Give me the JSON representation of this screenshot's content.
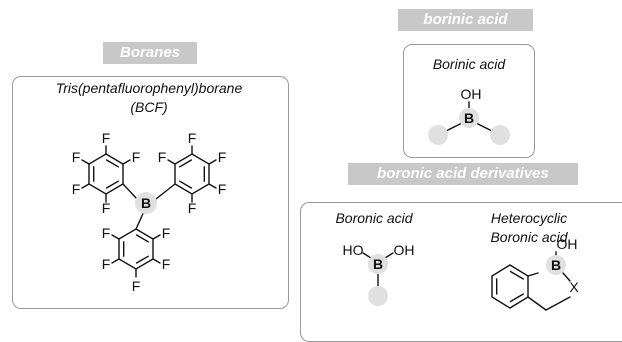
{
  "sections": {
    "boranes": {
      "header": "Boranes",
      "compound_line1": "Tris(pentafluorophenyl)borane",
      "compound_line2": "(BCF)"
    },
    "borinic": {
      "header": "borinic acid",
      "compound": "Borinic acid"
    },
    "boronic": {
      "header": "boronic acid derivatives",
      "compound1": "Boronic acid",
      "compound2_line1": "Heterocyclic",
      "compound2_line2": "Boronic acid"
    }
  },
  "atoms": {
    "boron": "B",
    "fluorine": "F",
    "hydroxyl": "OH",
    "hydroxyl_left": "HO",
    "heteroatom": "X"
  },
  "colors": {
    "header_bg": "#c8c8c8",
    "header_text": "#ffffff",
    "panel_border": "#9a9a9a",
    "placeholder": "#e0e0e0"
  }
}
